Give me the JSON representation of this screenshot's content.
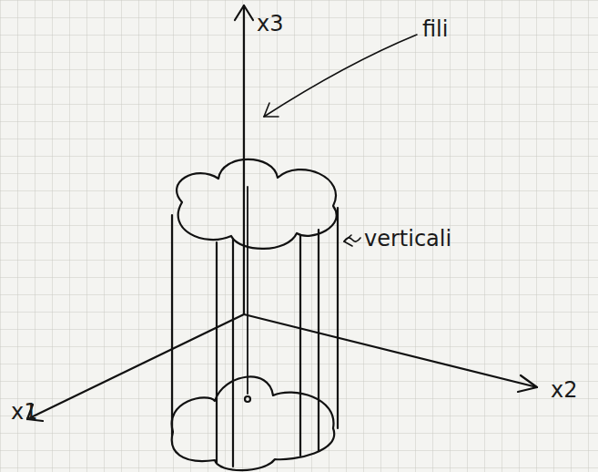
{
  "diagram": {
    "labels": [
      "x3",
      "fili",
      "verticali",
      "x1",
      "x2"
    ]
  }
}
